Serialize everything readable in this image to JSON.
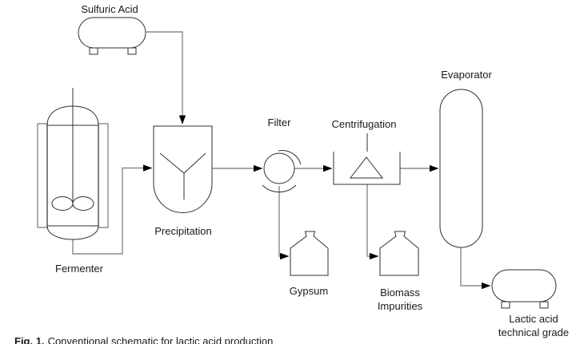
{
  "colors": {
    "outline": "#303030",
    "pipe": "#8a8a8a",
    "arrow": "#000000",
    "text": "#1a1a1a",
    "background": "#ffffff"
  },
  "diagram": {
    "nodes": {
      "sulfuric_acid": {
        "label": "Sulfuric Acid"
      },
      "fermenter": {
        "label": "Fermenter"
      },
      "precipitation": {
        "label": "Precipitation"
      },
      "filter": {
        "label": "Filter"
      },
      "centrifugation": {
        "label": "Centrifugation"
      },
      "evaporator": {
        "label": "Evaporator"
      },
      "gypsum": {
        "label": "Gypsum"
      },
      "biomass": {
        "label_line1": "Biomass",
        "label_line2": "Impurities"
      },
      "lactic_acid": {
        "label_line1": "Lactic acid",
        "label_line2": "technical grade"
      }
    }
  },
  "caption": {
    "prefix": "Fig. 1.",
    "text": "Conventional schematic for lactic acid production"
  }
}
